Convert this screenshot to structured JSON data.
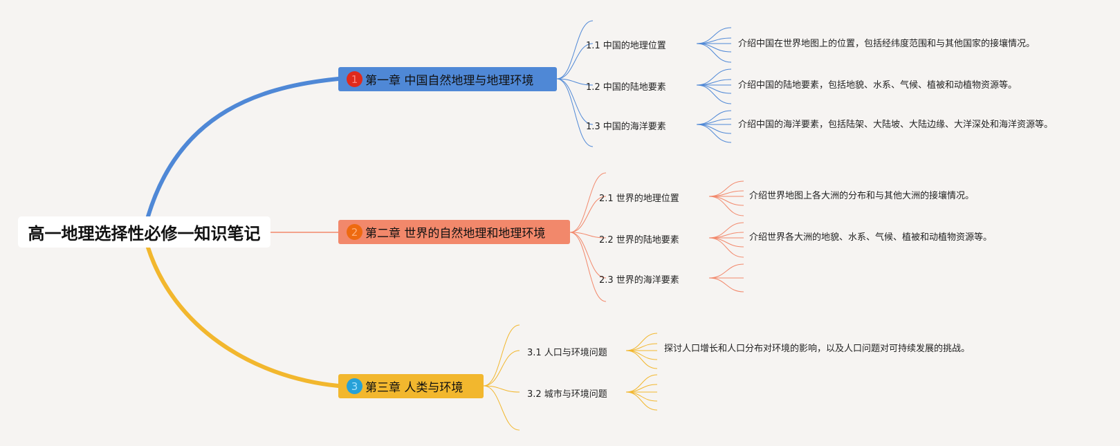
{
  "root": {
    "title": "高一地理选择性必修一知识笔记"
  },
  "chapters": [
    {
      "number": "1",
      "title": "第一章 中国自然地理与地理环境",
      "color": "#4f88d6",
      "sections": [
        {
          "label": "1.1 中国的地理位置",
          "detail": "介绍中国在世界地图上的位置，包括经纬度范围和与其他国家的接壤情况。"
        },
        {
          "label": "1.2 中国的陆地要素",
          "detail": "介绍中国的陆地要素，包括地貌、水系、气候、植被和动植物资源等。"
        },
        {
          "label": "1.3 中国的海洋要素",
          "detail": "介绍中国的海洋要素，包括陆架、大陆坡、大陆边缘、大洋深处和海洋资源等。"
        }
      ]
    },
    {
      "number": "2",
      "title": "第二章 世界的自然地理和地理环境",
      "color": "#f2886b",
      "sections": [
        {
          "label": "2.1 世界的地理位置",
          "detail": "介绍世界地图上各大洲的分布和与其他大洲的接壤情况。"
        },
        {
          "label": "2.2 世界的陆地要素",
          "detail": "介绍世界各大洲的地貌、水系、气候、植被和动植物资源等。"
        },
        {
          "label": "2.3 世界的海洋要素",
          "detail": ""
        }
      ]
    },
    {
      "number": "3",
      "title": "第三章 人类与环境",
      "color": "#f2b72e",
      "sections": [
        {
          "label": "3.1 人口与环境问题",
          "detail": "探讨人口增长和人口分布对环境的影响，以及人口问题对可持续发展的挑战。"
        },
        {
          "label": "3.2 城市与环境问题",
          "detail": ""
        }
      ]
    }
  ]
}
